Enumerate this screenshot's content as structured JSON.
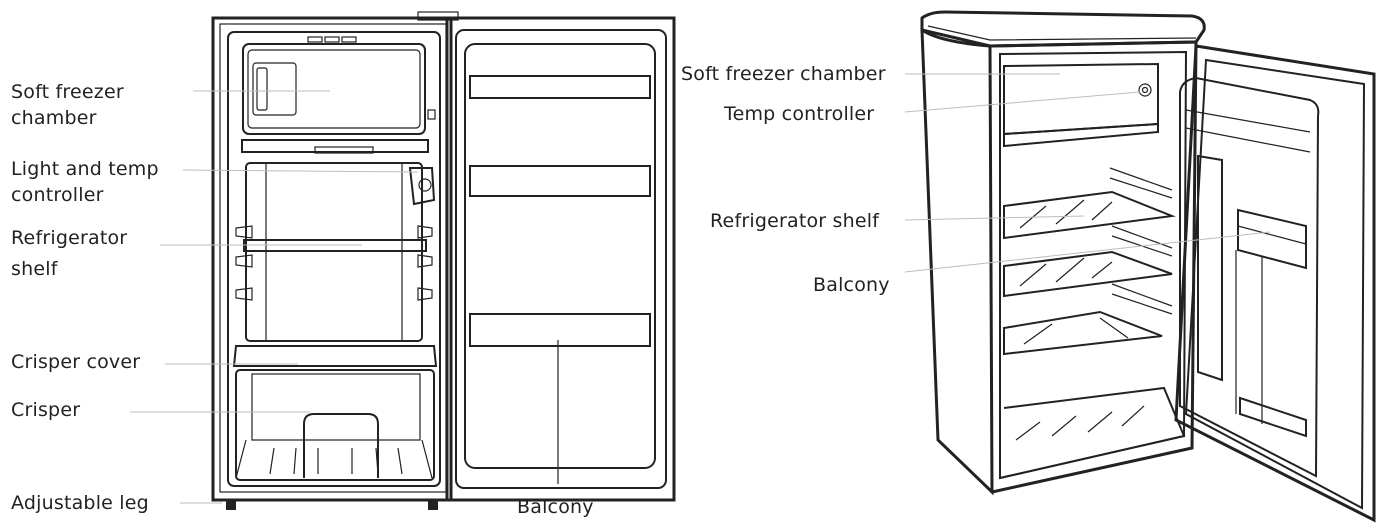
{
  "labels": {
    "left": {
      "soft_freezer": "Soft freezer\nchamber",
      "light_temp": "Light and temp\ncontroller",
      "fridge_shelf": "Refrigerator\nshelf",
      "crisper_cover": "Crisper cover",
      "crisper": "Crisper",
      "adjustable_leg": "Adjustable leg",
      "balcony": "Balcony"
    },
    "right": {
      "soft_freezer": "Soft freezer chamber",
      "temp_controller": "Temp controller",
      "fridge_shelf": "Refrigerator shelf",
      "balcony": "Balcony"
    }
  }
}
